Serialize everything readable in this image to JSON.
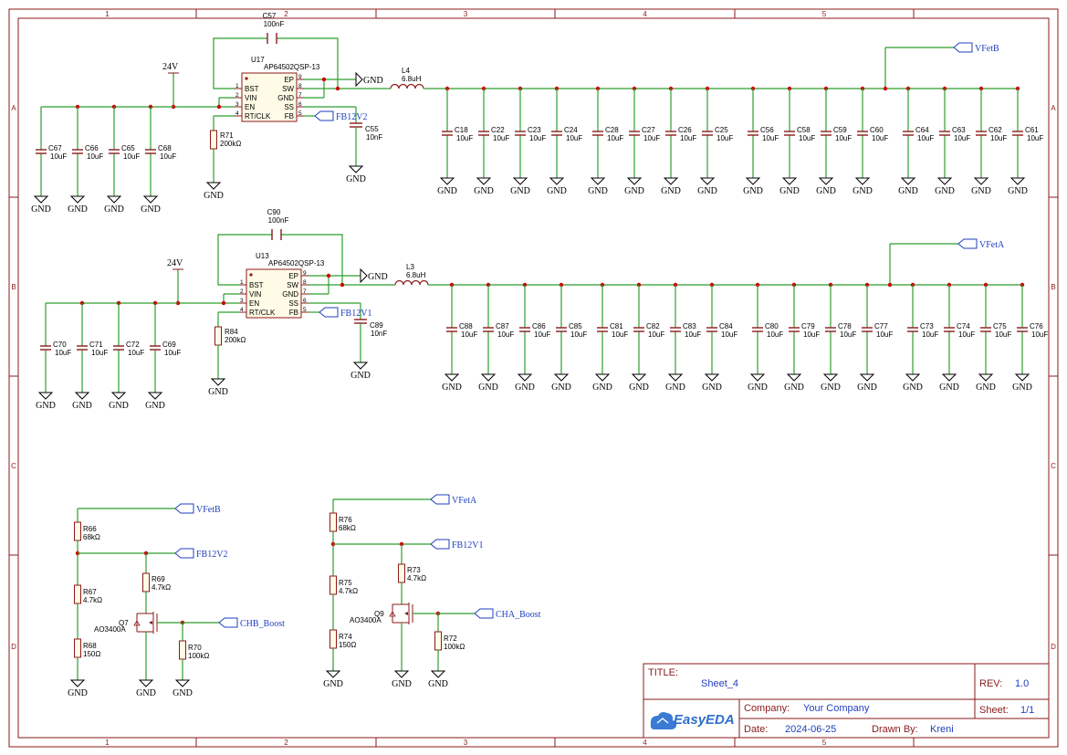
{
  "title_block": {
    "title_label": "TITLE:",
    "title": "Sheet_4",
    "rev_label": "REV:",
    "rev": "1.0",
    "company_label": "Company:",
    "company": "Your Company",
    "sheet_label": "Sheet:",
    "sheet": "1/1",
    "date_label": "Date:",
    "date": "2024-06-25",
    "drawn_label": "Drawn By:",
    "drawn_by": "Kreni",
    "logo_text": "EasyEDA"
  },
  "zones": {
    "columns": [
      "1",
      "2",
      "3",
      "4",
      "5"
    ],
    "rows": [
      "A",
      "B",
      "C",
      "D"
    ]
  },
  "nets": {
    "gnd": "GND",
    "v24": "24V",
    "vfetb": "VFetB",
    "vfeta": "VFetA",
    "fb12v2": "FB12V2",
    "fb12v1": "FB12V1",
    "chb_boost": "CHB_Boost",
    "cha_boost": "CHA_Boost"
  },
  "ic_pins": {
    "left": [
      "BST",
      "VIN",
      "EN",
      "RT/CLK"
    ],
    "left_nums": [
      "1",
      "2",
      "3",
      "4"
    ],
    "right": [
      "EP",
      "SW",
      "GND",
      "SS",
      "FB"
    ],
    "right_nums": [
      "9",
      "8",
      "7",
      "6",
      "5"
    ]
  },
  "converter_b": {
    "ic_ref": "U17",
    "ic_part": "AP64502QSP-13",
    "boot_cap": {
      "ref": "C57",
      "value": "100nF"
    },
    "inductor": {
      "ref": "L4",
      "value": "6.8uH"
    },
    "rt_res": {
      "ref": "R71",
      "value": "200kΩ"
    },
    "ss_cap": {
      "ref": "C55",
      "value": "10nF"
    },
    "input_caps": [
      {
        "ref": "C67",
        "value": "10uF"
      },
      {
        "ref": "C66",
        "value": "10uF"
      },
      {
        "ref": "C65",
        "value": "10uF"
      },
      {
        "ref": "C68",
        "value": "10uF"
      }
    ],
    "output_caps": [
      {
        "ref": "C18",
        "value": "10uF"
      },
      {
        "ref": "C22",
        "value": "10uF"
      },
      {
        "ref": "C23",
        "value": "10uF"
      },
      {
        "ref": "C24",
        "value": "10uF"
      },
      {
        "ref": "C28",
        "value": "10uF"
      },
      {
        "ref": "C27",
        "value": "10uF"
      },
      {
        "ref": "C26",
        "value": "10uF"
      },
      {
        "ref": "C25",
        "value": "10uF"
      },
      {
        "ref": "C56",
        "value": "10uF"
      },
      {
        "ref": "C58",
        "value": "10uF"
      },
      {
        "ref": "C59",
        "value": "10uF"
      },
      {
        "ref": "C60",
        "value": "10uF"
      },
      {
        "ref": "C64",
        "value": "10uF"
      },
      {
        "ref": "C63",
        "value": "10uF"
      },
      {
        "ref": "C62",
        "value": "10uF"
      },
      {
        "ref": "C61",
        "value": "10uF"
      }
    ]
  },
  "converter_a": {
    "ic_ref": "U13",
    "ic_part": "AP64502QSP-13",
    "boot_cap": {
      "ref": "C90",
      "value": "100nF"
    },
    "inductor": {
      "ref": "L3",
      "value": "6.8uH"
    },
    "rt_res": {
      "ref": "R84",
      "value": "200kΩ"
    },
    "ss_cap": {
      "ref": "C89",
      "value": "10nF"
    },
    "input_caps": [
      {
        "ref": "C70",
        "value": "10uF"
      },
      {
        "ref": "C71",
        "value": "10uF"
      },
      {
        "ref": "C72",
        "value": "10uF"
      },
      {
        "ref": "C69",
        "value": "10uF"
      }
    ],
    "output_caps": [
      {
        "ref": "C88",
        "value": "10uF"
      },
      {
        "ref": "C87",
        "value": "10uF"
      },
      {
        "ref": "C86",
        "value": "10uF"
      },
      {
        "ref": "C85",
        "value": "10uF"
      },
      {
        "ref": "C81",
        "value": "10uF"
      },
      {
        "ref": "C82",
        "value": "10uF"
      },
      {
        "ref": "C83",
        "value": "10uF"
      },
      {
        "ref": "C84",
        "value": "10uF"
      },
      {
        "ref": "C80",
        "value": "10uF"
      },
      {
        "ref": "C79",
        "value": "10uF"
      },
      {
        "ref": "C78",
        "value": "10uF"
      },
      {
        "ref": "C77",
        "value": "10uF"
      },
      {
        "ref": "C73",
        "value": "10uF"
      },
      {
        "ref": "C74",
        "value": "10uF"
      },
      {
        "ref": "C75",
        "value": "10uF"
      },
      {
        "ref": "C76",
        "value": "10uF"
      }
    ]
  },
  "feedback_b": {
    "r_top": {
      "ref": "R66",
      "value": "68kΩ"
    },
    "r_mid": {
      "ref": "R67",
      "value": "4.7kΩ"
    },
    "r_bot": {
      "ref": "R68",
      "value": "150Ω"
    },
    "r_gate_top": {
      "ref": "R69",
      "value": "4.7kΩ"
    },
    "r_gate_pd": {
      "ref": "R70",
      "value": "100kΩ"
    },
    "fet": {
      "ref": "Q7",
      "value": "AO3400A"
    }
  },
  "feedback_a": {
    "r_top": {
      "ref": "R76",
      "value": "68kΩ"
    },
    "r_mid": {
      "ref": "R75",
      "value": "4.7kΩ"
    },
    "r_bot": {
      "ref": "R74",
      "value": "150Ω"
    },
    "r_gate_top": {
      "ref": "R73",
      "value": "4.7kΩ"
    },
    "r_gate_pd": {
      "ref": "R72",
      "value": "100kΩ"
    },
    "fet": {
      "ref": "Q9",
      "value": "AO3400A"
    }
  }
}
